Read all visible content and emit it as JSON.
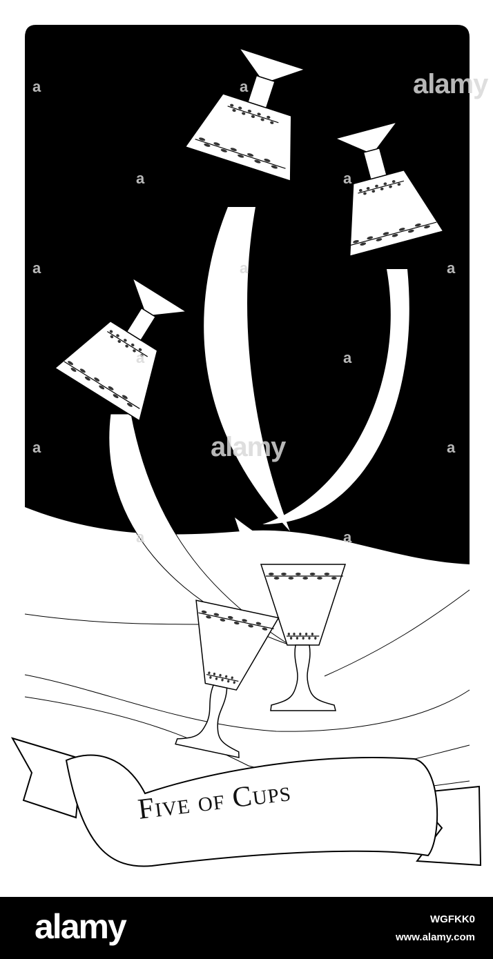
{
  "card": {
    "title": "Five of Cups",
    "background_color": "#000000",
    "line_color": "#000000",
    "cup_fill": "#ffffff"
  },
  "watermarks": {
    "small_mark": "a",
    "word_mark": "alamy",
    "center_mark": "alamy"
  },
  "footer": {
    "logo": "alamy",
    "image_id": "WGFKK0",
    "url": "www.alamy.com"
  }
}
